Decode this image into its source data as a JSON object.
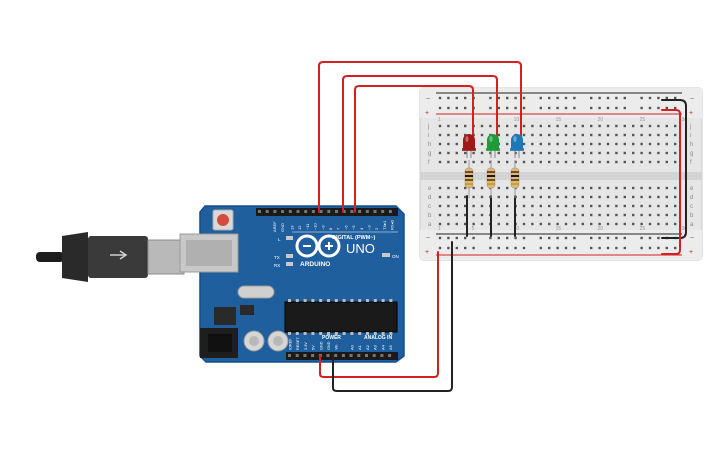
{
  "arduino": {
    "brand": "ARDUINO",
    "model": "UNO",
    "digital_label": "DIGITAL (PWM~)",
    "power_label": "POWER",
    "analog_label": "ANALOG IN",
    "on_label": "ON",
    "l_label": "L",
    "tx_label": "TX",
    "rx_label": "RX",
    "aref_label": "AREF",
    "gnd_label": "GND",
    "digital_pins": [
      "13",
      "12",
      "~11",
      "~10",
      "~9",
      "8",
      "7",
      "~6",
      "~5",
      "4",
      "~3",
      "2",
      "TX▸1",
      "RX◂0"
    ],
    "power_pins": [
      "IOREF",
      "RESET",
      "3.3V",
      "5V",
      "GND",
      "GND",
      "Vin"
    ],
    "analog_pins": [
      "A0",
      "A1",
      "A2",
      "A3",
      "A4",
      "A5"
    ]
  },
  "breadboard": {
    "row_letters_top": [
      "j",
      "i",
      "h",
      "g",
      "f"
    ],
    "row_letters_bottom": [
      "e",
      "d",
      "c",
      "b",
      "a"
    ],
    "rail_plus": "+",
    "rail_minus": "−",
    "column_numbers": [
      "1",
      "5",
      "10",
      "15",
      "20",
      "25",
      "30"
    ]
  },
  "leds": [
    {
      "name": "red-led",
      "color": "#a01818"
    },
    {
      "name": "green-led",
      "color": "#1f9b3a"
    },
    {
      "name": "blue-led",
      "color": "#1e78b8"
    }
  ],
  "colors": {
    "board": "#1f5f9e",
    "board_edge": "#174f86",
    "wire_red": "#d42020",
    "wire_black": "#222222",
    "breadboard": "#e9e9e9"
  }
}
